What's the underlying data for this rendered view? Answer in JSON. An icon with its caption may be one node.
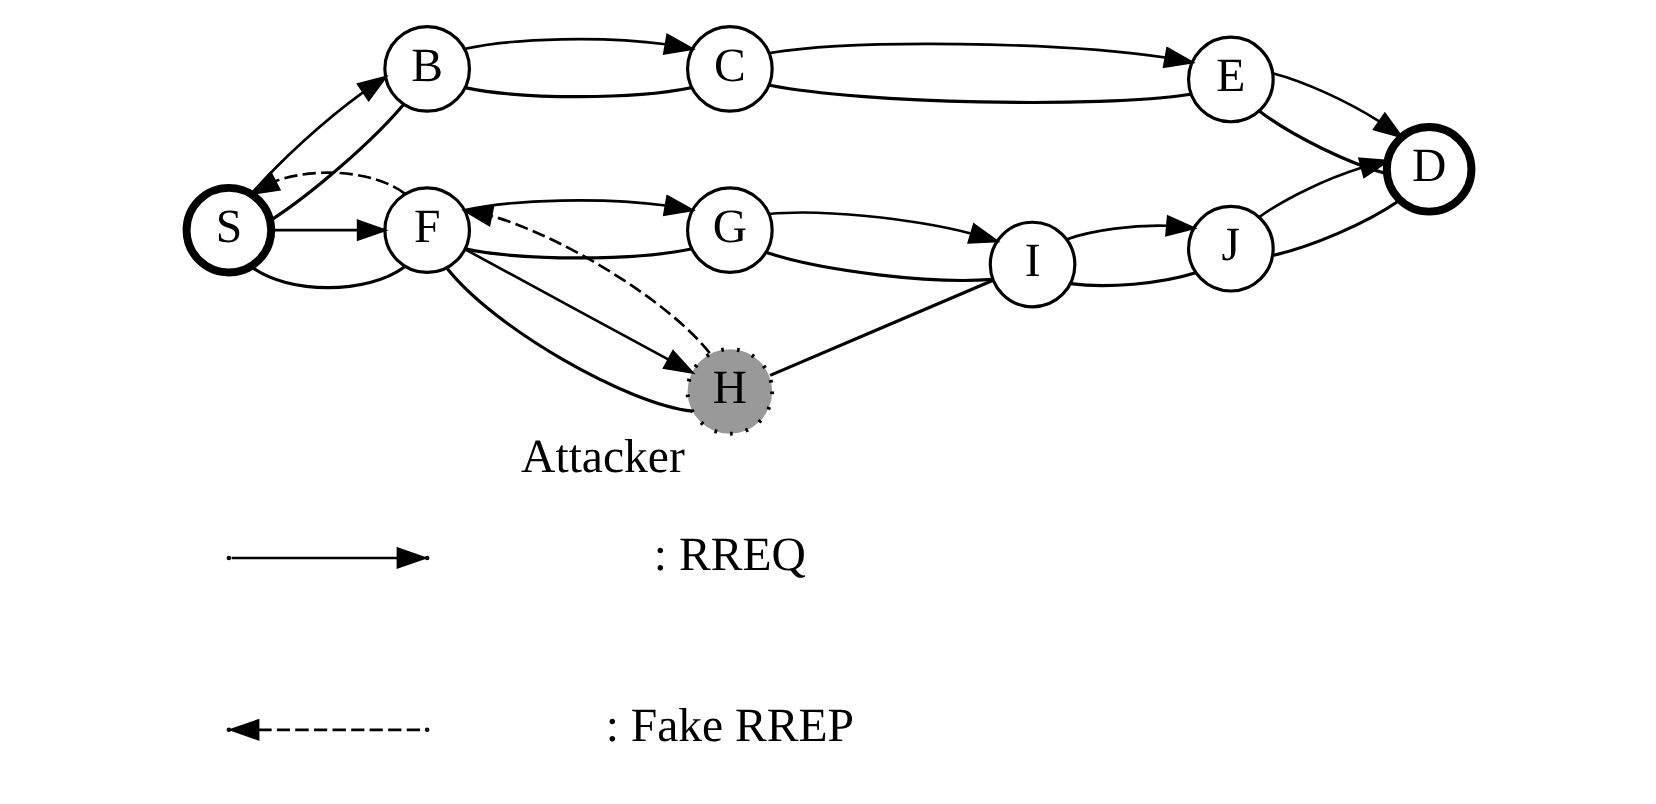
{
  "diagram": {
    "nodes": [
      {
        "text": [
          "S"
        ]
      },
      {
        "text": [
          "B"
        ]
      },
      {
        "text": [
          "C"
        ]
      },
      {
        "text": [
          "E"
        ]
      },
      {
        "text": [
          "D"
        ]
      },
      {
        "text": [
          "F"
        ]
      },
      {
        "text": [
          "G"
        ]
      },
      {
        "text": [
          "H"
        ],
        "beside": [
          "Attacker"
        ]
      },
      {
        "text": [
          "I"
        ]
      },
      {
        "text": [
          "J"
        ]
      }
    ],
    "edges": [
      {
        "from": 0,
        "to": 1,
        "arrow": "none"
      },
      {
        "from": 0,
        "to": 1,
        "arrow": "to"
      },
      {
        "from": 1,
        "to": 2,
        "arrow": "none"
      },
      {
        "from": 1,
        "to": 2,
        "arrow": "to"
      },
      {
        "from": 2,
        "to": 3,
        "arrow": "none"
      },
      {
        "from": 2,
        "to": 3,
        "arrow": "to"
      },
      {
        "from": 3,
        "to": 4,
        "arrow": "none"
      },
      {
        "from": 3,
        "to": 4,
        "arrow": "to"
      },
      {
        "from": 0,
        "to": 5,
        "arrow": "none"
      },
      {
        "from": 0,
        "to": 5,
        "arrow": "to"
      },
      {
        "from": 5,
        "to": 0,
        "arrow": "to",
        "style": "dashed"
      },
      {
        "from": 5,
        "to": 6,
        "arrow": "none"
      },
      {
        "from": 5,
        "to": 6,
        "arrow": "to"
      },
      {
        "from": 5,
        "to": 7,
        "arrow": "none"
      },
      {
        "from": 5,
        "to": 7,
        "arrow": "to"
      },
      {
        "from": 7,
        "to": 5,
        "arrow": "to",
        "style": "dashed"
      },
      {
        "from": 6,
        "to": 8,
        "arrow": "none"
      },
      {
        "from": 6,
        "to": 8,
        "arrow": "to"
      },
      {
        "from": 7,
        "to": 8,
        "arrow": "none"
      },
      {
        "from": 8,
        "to": 9,
        "arrow": "none"
      },
      {
        "from": 8,
        "to": 9,
        "arrow": "to"
      },
      {
        "from": 9,
        "to": 4,
        "arrow": "none"
      },
      {
        "from": 9,
        "to": 4,
        "arrow": "to"
      }
    ],
    "legend": [
      {
        "text": ": RREQ"
      },
      {
        "text": ": Fake RREP"
      }
    ]
  }
}
